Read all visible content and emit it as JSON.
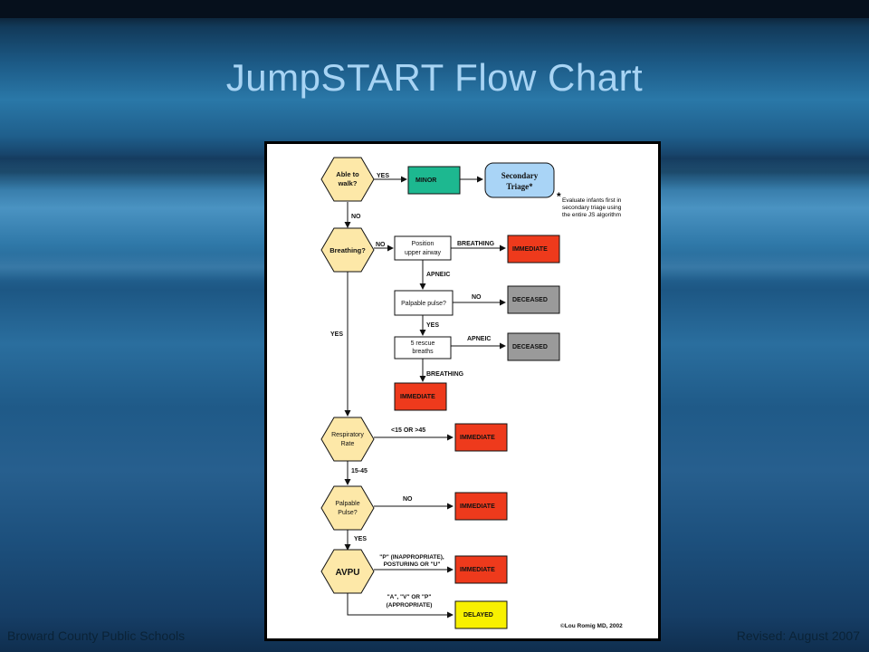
{
  "title": "JumpSTART Flow Chart",
  "footer": {
    "left": "Broward County Public Schools",
    "right": "Revised:  August 2007"
  },
  "colors": {
    "hexagon": "#fde8a8",
    "minor": "#1db890",
    "secondary": "#a9d4f6",
    "immediate": "#ee3a1c",
    "deceased": "#9a9a9a",
    "delayed": "#f8f000"
  },
  "flow": {
    "walk": {
      "l1": "Able to",
      "l2": "walk?"
    },
    "walk_yes": "YES",
    "minor": "MINOR",
    "secondary": {
      "l1": "Secondary",
      "l2": "Triage*"
    },
    "note": {
      "star": "*",
      "l1": "Evaluate infants first in",
      "l2": "secondary triage using",
      "l3": "the entire JS algorithm"
    },
    "walk_no": "NO",
    "breathing": "Breathing?",
    "breathing_no": "NO",
    "position": {
      "l1": "Position",
      "l2": "upper airway"
    },
    "breathing_label": "BREATHING",
    "immediate_1": "IMMEDIATE",
    "apneic_1": "APNEIC",
    "pulse_q": "Palpable pulse?",
    "pulse_no": "NO",
    "deceased_1": "DECEASED",
    "pulse_yes": "YES",
    "rescue": {
      "l1": "5 rescue",
      "l2": "breaths"
    },
    "apneic_2": "APNEIC",
    "deceased_2": "DECEASED",
    "breathing_2": "BREATHING",
    "immediate_2": "IMMEDIATE",
    "breathing_yes": "YES",
    "resp": {
      "l1": "Respiratory",
      "l2": "Rate"
    },
    "resp_range": "<15 OR >45",
    "immediate_3": "IMMEDIATE",
    "resp_normal": "15-45",
    "palp": {
      "l1": "Palpable",
      "l2": "Pulse?"
    },
    "palp_no": "NO",
    "immediate_4": "IMMEDIATE",
    "palp_yes": "YES",
    "avpu": "AVPU",
    "avpu_inapp": {
      "l1": "\"P\" (INAPPROPRIATE),",
      "l2": "POSTURING OR \"U\""
    },
    "immediate_5": "IMMEDIATE",
    "avpu_app": {
      "l1": "\"A\", \"V\" OR \"P\"",
      "l2": "(APPROPRIATE)"
    },
    "delayed": "DELAYED",
    "copyright": "©Lou Romig MD, 2002"
  }
}
